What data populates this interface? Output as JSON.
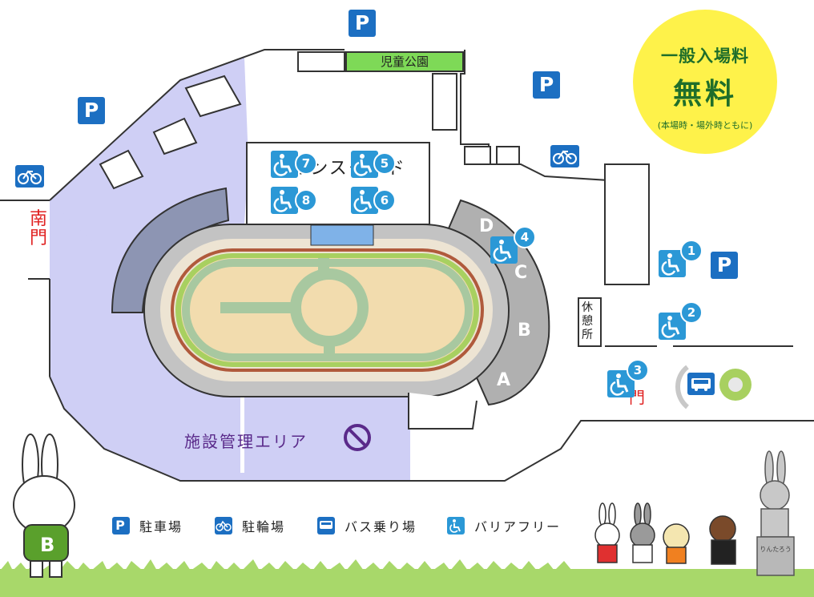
{
  "labels": {
    "playground": "児童公園",
    "south_gate": "南門",
    "stand_text": "メインスタンド",
    "rest_area": "休憩所",
    "facility_area": "施設管理エリア",
    "gate_fragment": "門",
    "mascot_b": "B"
  },
  "stands": [
    "A",
    "B",
    "C",
    "D"
  ],
  "wheelchair_spots": [
    "1",
    "2",
    "3",
    "4",
    "5",
    "6",
    "7",
    "8"
  ],
  "parking_symbol": "P",
  "admission_badge": {
    "line1": "一般入場料",
    "line2": "無料",
    "line3": "(本場時・場外時ともに)",
    "color": "#fef24a"
  },
  "legend": [
    {
      "icon": "parking-icon",
      "label": "駐車場"
    },
    {
      "icon": "bicycle-icon",
      "label": "駐輪場"
    },
    {
      "icon": "bus-icon",
      "label": "バス乗り場"
    },
    {
      "icon": "wheelchair-icon",
      "label": "バリアフリー"
    }
  ],
  "statue_plate": "りんたろう",
  "colors": {
    "icon_blue": "#1c6fc2",
    "wheelchair_blue": "#2b98d6",
    "restricted_area": "#cfcff5",
    "playground_green": "#7ed957",
    "track_surface": "#f2dcae",
    "grass": "#a8d86a",
    "gate_red": "#e02020",
    "area_label_purple": "#5a2a8a"
  }
}
